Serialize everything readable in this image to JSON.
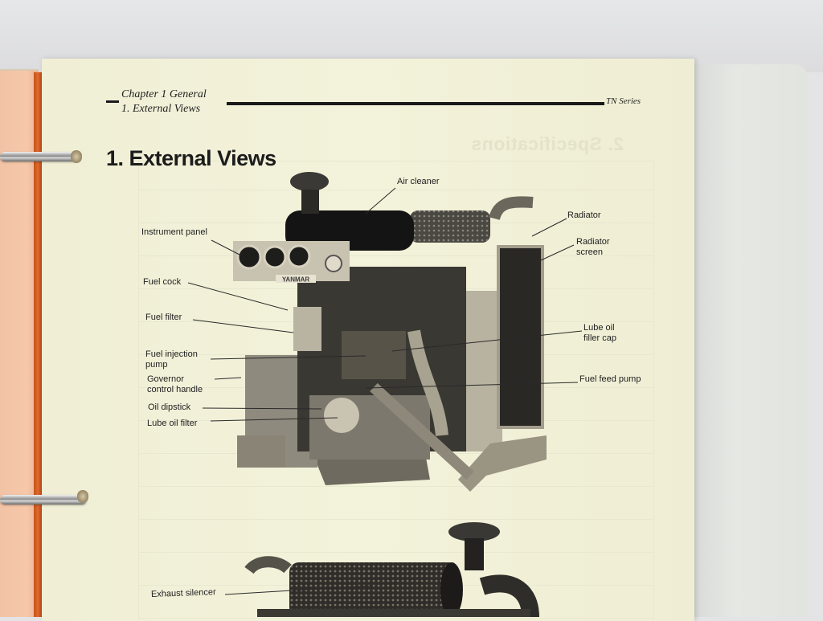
{
  "document": {
    "header": {
      "chapter": "Chapter 1  General",
      "section": "1.  External Views",
      "series": "TN Series"
    },
    "title": "1. External Views",
    "ghost_through_text": "2. Specifications",
    "figure": {
      "brand_plate": "YANMAR",
      "callouts": [
        {
          "id": "air-cleaner",
          "label": "Air cleaner"
        },
        {
          "id": "instrument-panel",
          "label": "Instrument panel"
        },
        {
          "id": "radiator",
          "label": "Radiator"
        },
        {
          "id": "radiator-screen",
          "label": "Radiator\nscreen",
          "line1": "Radiator",
          "line2": "screen"
        },
        {
          "id": "fuel-cock",
          "label": "Fuel cock"
        },
        {
          "id": "fuel-filter",
          "label": "Fuel  filter"
        },
        {
          "id": "lube-oil-filler-cap",
          "label": "Lube oil filler cap",
          "line1": "Lube oil",
          "line2": "filler cap"
        },
        {
          "id": "fuel-injection-pump",
          "label": "Fuel injection pump",
          "line1": "Fuel injection",
          "line2": "pump"
        },
        {
          "id": "governor-control-handle",
          "label": "Governor control handle",
          "line1": "Governor",
          "line2": "control handle"
        },
        {
          "id": "fuel-feed-pump",
          "label": "Fuel feed pump"
        },
        {
          "id": "oil-dipstick",
          "label": "Oil dipstick"
        },
        {
          "id": "lube-oil-filter",
          "label": "Lube oil filter"
        },
        {
          "id": "exhaust-silencer",
          "label": "Exhaust silencer"
        }
      ]
    }
  },
  "colors": {
    "page": "#f2f1d8",
    "binder_left": "#f4c5a6",
    "binder_edge": "#d45e24",
    "binder_right": "#e2e5e0",
    "background": "#e4e4e6",
    "ink": "#1c1c1c"
  }
}
